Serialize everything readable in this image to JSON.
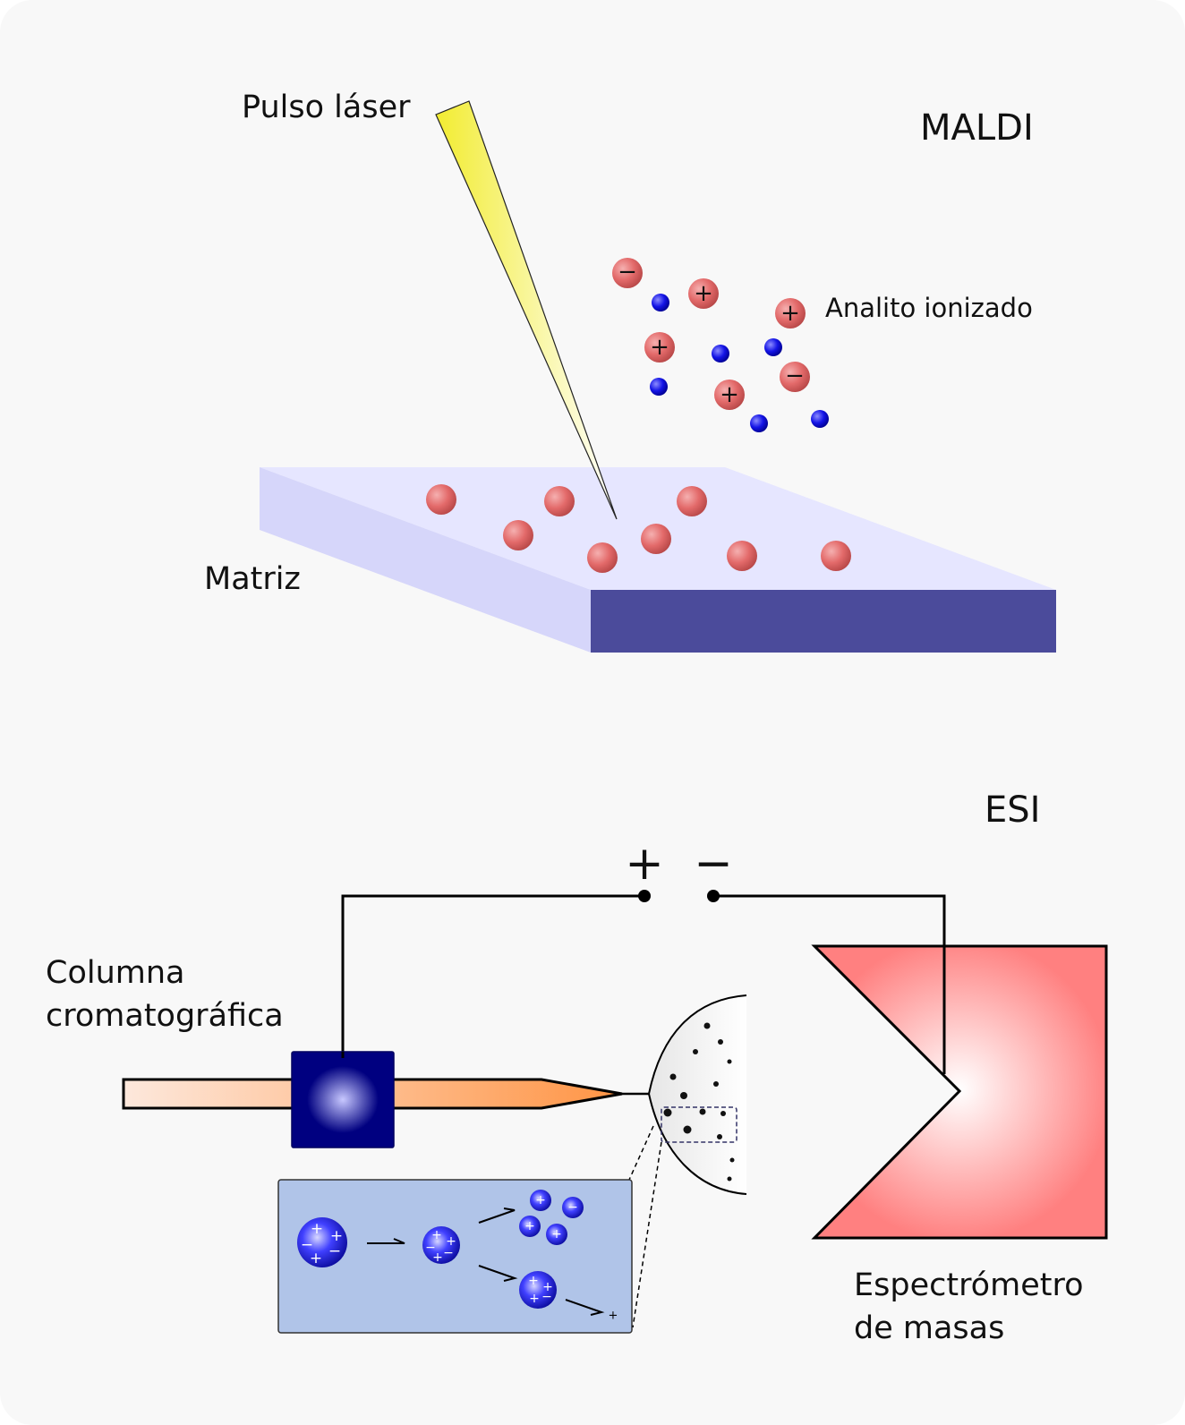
{
  "maldi": {
    "title": "MALDI",
    "laser_label": "Pulso láser",
    "ionized_label": "Analito ionizado",
    "matrix_label": "Matriz",
    "colors": {
      "matrix_top": "#e6e6ff",
      "matrix_side": "#d6d6fa",
      "matrix_front": "#4b4b9b",
      "analyte": "#e36a6a",
      "matrix_ion": "#1010e0",
      "laser": "#f5f050"
    }
  },
  "esi": {
    "title": "ESI",
    "positive_sign": "+",
    "negative_sign": "−",
    "column_label_line1": "Columna",
    "column_label_line2": "cromatográfica",
    "spectrometer_label_line1": "Espectrómetro",
    "spectrometer_label_line2": "de masas",
    "colors": {
      "capillary": "#ff9a50",
      "electrode": "#000080",
      "spectrometer": "#ff8080",
      "inset": "#b0c4e8",
      "droplet": "#2020d0"
    }
  }
}
